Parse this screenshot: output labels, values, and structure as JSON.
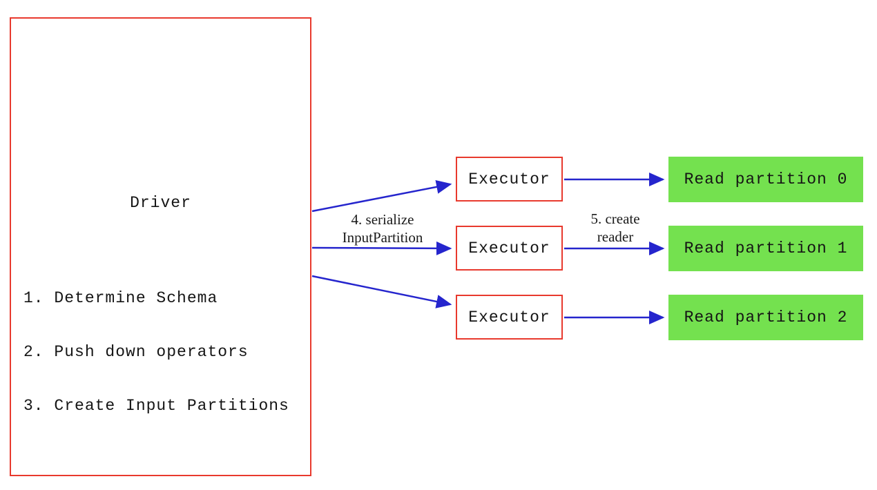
{
  "diagram": {
    "title_hint": "Spark data source read flow",
    "driver": {
      "title": "Driver",
      "steps": [
        "1. Determine Schema",
        "2. Push down operators",
        "3. Create Input Partitions"
      ],
      "steps_joined": "1. Determine Schema\n2. Push down operators\n3. Create Input Partitions"
    },
    "executors": [
      {
        "label": "Executor"
      },
      {
        "label": "Executor"
      },
      {
        "label": "Executor"
      }
    ],
    "partitions": [
      {
        "label": "Read partition 0"
      },
      {
        "label": "Read partition 1"
      },
      {
        "label": "Read partition 2"
      }
    ],
    "edge_labels": {
      "serialize": "4. serialize\nInputPartition",
      "create_reader": "5. create\nreader"
    },
    "colors": {
      "box_border_red": "#e8392d",
      "partition_fill_green": "#74e14f",
      "arrow_blue": "#2525cd",
      "text": "#151515",
      "background": "#ffffff"
    }
  }
}
